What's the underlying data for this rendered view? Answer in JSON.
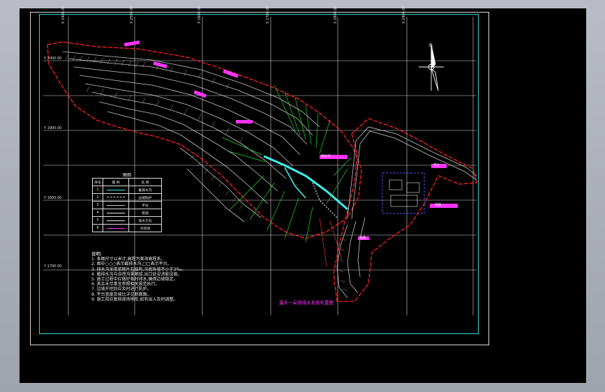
{
  "legend": {
    "title": "图例",
    "headers": [
      "序号",
      "图 例",
      "名 称"
    ],
    "rows": [
      {
        "no": "1",
        "name": "截排水沟"
      },
      {
        "no": "2",
        "name": "边坡防护"
      },
      {
        "no": "3",
        "name": "平台"
      },
      {
        "no": "4",
        "name": "管涵"
      },
      {
        "no": "5",
        "name": "排水方向"
      },
      {
        "no": "6",
        "name": "开挖线"
      }
    ]
  },
  "notes": {
    "title": "说明:",
    "lines": [
      "1. 本图尺寸以米计,高程为黄海高程系。",
      "2. 图中○○○表示截排水沟,□□表示平台。",
      "3. 排水沟采用浆砌片石结构,沟底纵坡不小于3‰。",
      "4. 截排水沟与自然沟渠顺接,出口处设消能设施。",
      "5. 施工过程中应做好临时排水,确保边坡稳定。",
      "6. 其余未尽事宜参照相关规范执行。",
      "7. 边坡开挖后应及时进行防护。",
      "8. 平台宽度及坡比详见断面图。",
      "9. 施工前应复核现场地形,如有出入及时调整。"
    ]
  },
  "caption": "露天一采场排水系统布置图",
  "coords": {
    "top": [
      "X 2400.00",
      "X 2500.00",
      "X 2600.00",
      "X 2700.00",
      "X 2800.00",
      "X 2900.00"
    ],
    "left": [
      "Y 2000.00",
      "Y 1900.00",
      "Y 1800.00",
      "Y 1700.00"
    ]
  },
  "north_label": "北",
  "magenta_labels": [
    "排水沟",
    "平台",
    "采场",
    "边坡"
  ],
  "colors": {
    "background": "#000000",
    "grid": "#ffffff",
    "boundary": "#ff2020",
    "contour": "#e8e8e8",
    "drain": "#3cf0f0",
    "label": "#ff33ff",
    "leader": "#22dd22",
    "frame": "#2fd6d6"
  }
}
